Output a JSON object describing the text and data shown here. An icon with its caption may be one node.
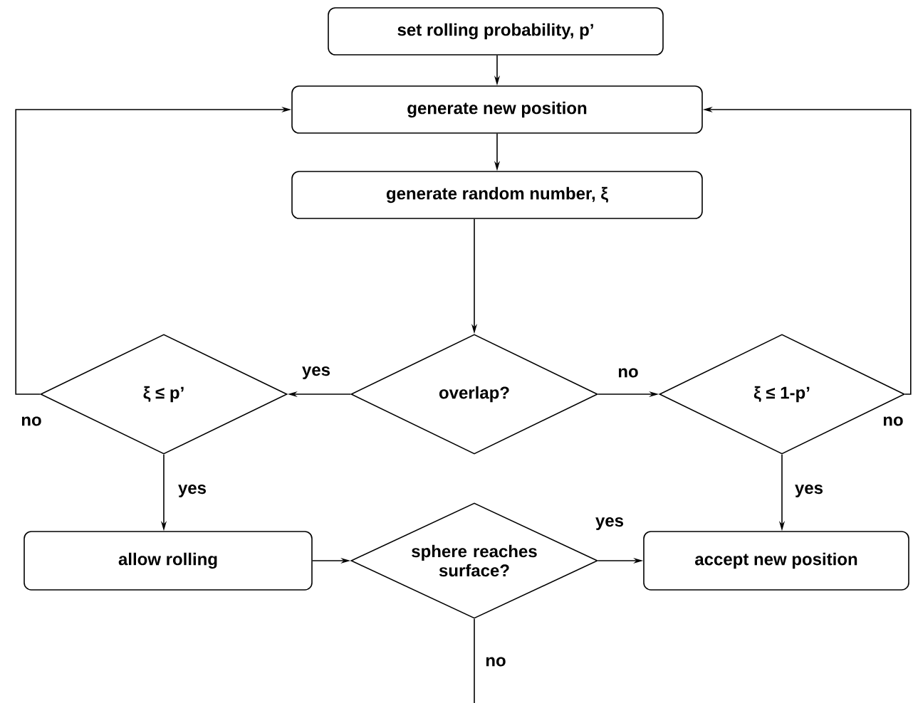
{
  "diagram": {
    "nodes": [
      {
        "text": [
          "set rolling probability, p’"
        ]
      },
      {
        "text": [
          "generate new position"
        ]
      },
      {
        "text": [
          "generate random number,  ξ"
        ]
      },
      {
        "text": [
          "overlap?"
        ]
      },
      {
        "text": [
          "ξ ≤ p’"
        ]
      },
      {
        "text": [
          "ξ ≤ 1-p’"
        ]
      },
      {
        "text": [
          "allow rolling"
        ]
      },
      {
        "text": [
          "sphere reaches surface?"
        ]
      },
      {
        "text": [
          "accept new position"
        ]
      }
    ],
    "edges": [
      {
        "from": 0,
        "to": 1,
        "arrow": "to"
      },
      {
        "from": 1,
        "to": 2,
        "arrow": "to"
      },
      {
        "from": 2,
        "to": 3,
        "arrow": "to"
      },
      {
        "from": 3,
        "to": 4,
        "arrow": "to",
        "label": "yes"
      },
      {
        "from": 3,
        "to": 5,
        "arrow": "to",
        "label": "no"
      },
      {
        "from": 4,
        "to": 1,
        "arrow": "to",
        "label": "no"
      },
      {
        "from": 5,
        "to": 1,
        "arrow": "to",
        "label": "no"
      },
      {
        "from": 4,
        "to": 6,
        "arrow": "to",
        "label": "yes"
      },
      {
        "from": 5,
        "to": 8,
        "arrow": "to",
        "label": "yes"
      },
      {
        "from": 6,
        "to": 7,
        "arrow": "to"
      },
      {
        "from": 7,
        "to": 8,
        "arrow": "to",
        "label": "yes"
      },
      {
        "from": 7,
        "to": null,
        "arrow": "none",
        "label": "no"
      }
    ]
  }
}
